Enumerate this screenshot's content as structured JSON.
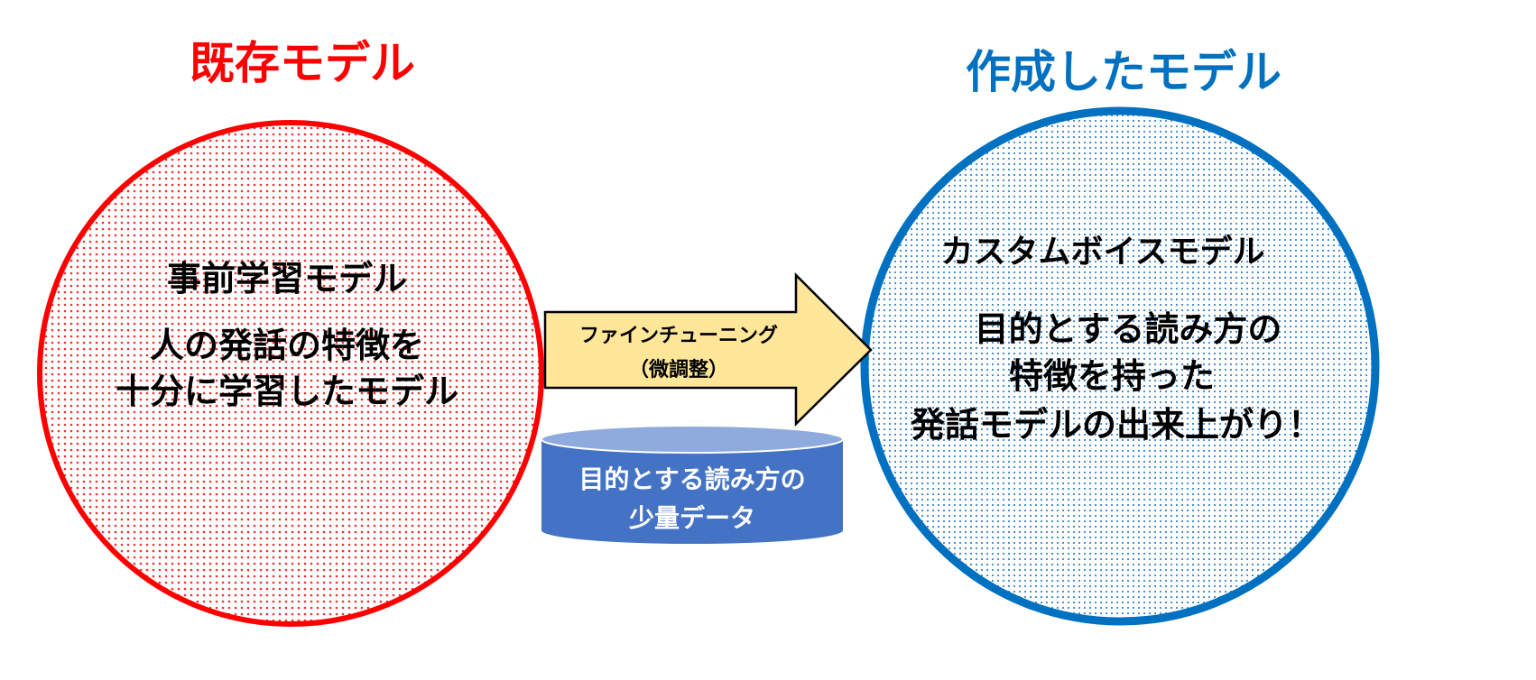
{
  "left": {
    "title": "既存モデル",
    "lines": [
      "事前学習モデル",
      "人の発話の特徴を",
      "十分に学習したモデル"
    ]
  },
  "right": {
    "title": "作成したモデル",
    "lines": [
      "カスタムボイスモデル",
      "目的とする読み方の",
      "特徴を持った",
      "発話モデルの出来上がり！"
    ]
  },
  "arrow": {
    "lines": [
      "ファインチューニング",
      "（微調整）"
    ]
  },
  "database": {
    "lines": [
      "目的とする読み方の",
      "少量データ"
    ]
  },
  "colors": {
    "red": "#FF0000",
    "blue": "#0070C0",
    "arrow_fill": "#FFE699",
    "db_body": "#4472C4",
    "db_top": "#8FAADC"
  }
}
